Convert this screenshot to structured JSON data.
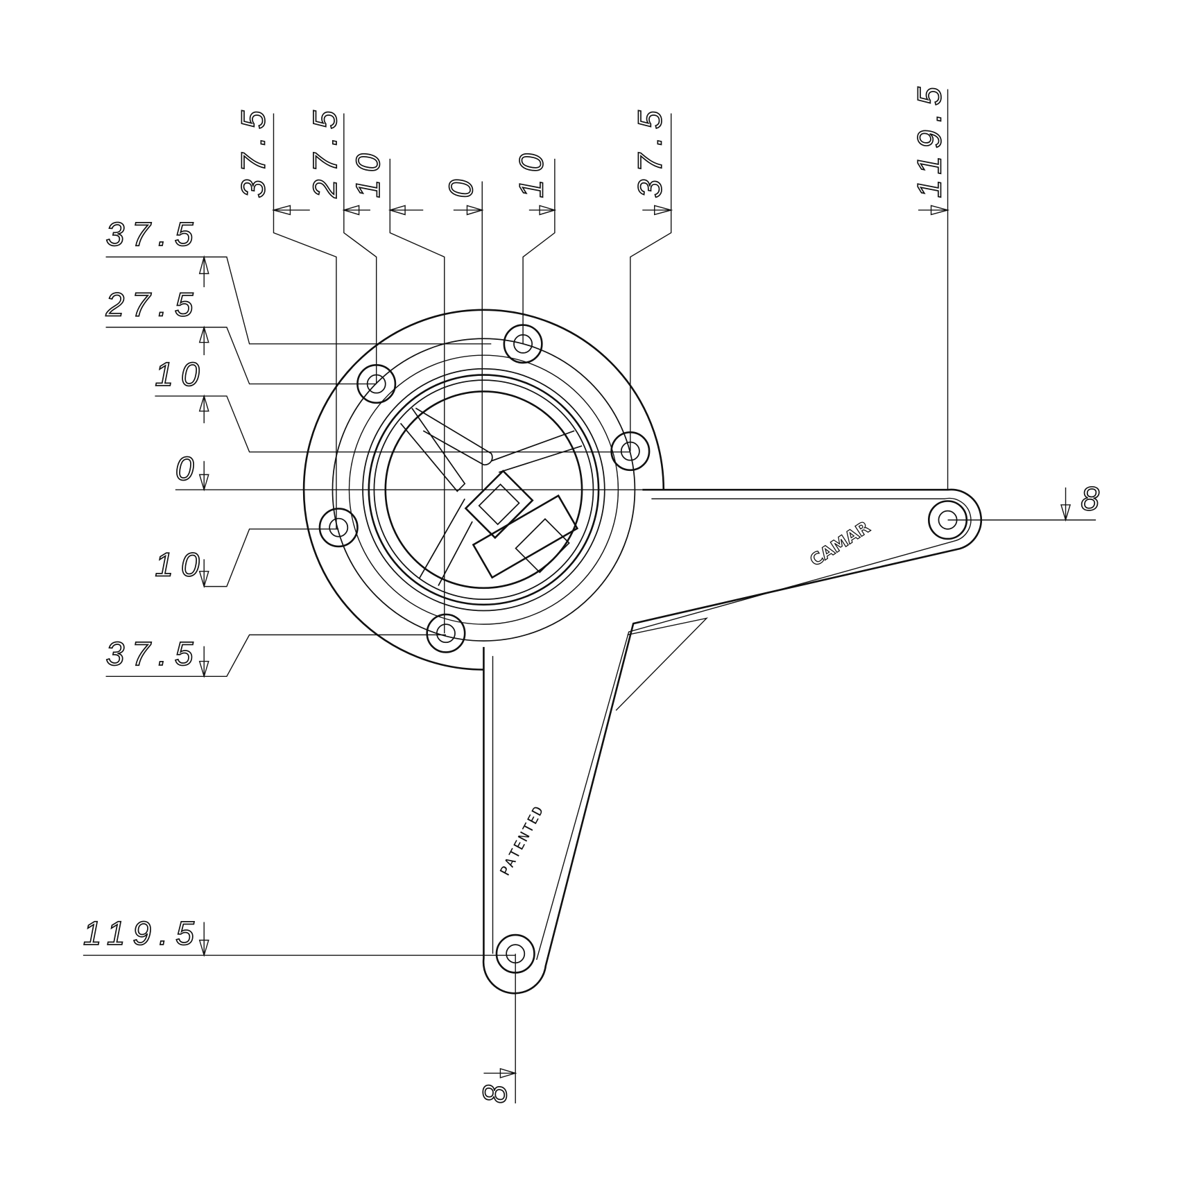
{
  "drawing": {
    "top_dimensions": [
      "37.5",
      "27.5",
      "10",
      "0",
      "10",
      "37.5",
      "119.5"
    ],
    "left_dimensions": [
      "37.5",
      "27.5",
      "10",
      "0",
      "10",
      "37.5",
      "119.5"
    ],
    "right_offset": "8",
    "bottom_offset": "8",
    "brand_label": "CAMAR",
    "patent_label": "PATENTED"
  }
}
